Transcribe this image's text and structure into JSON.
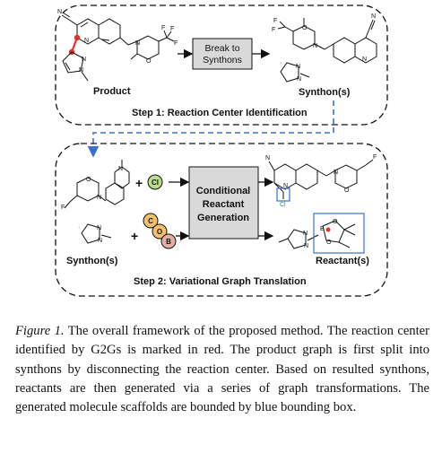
{
  "step1": {
    "box_label": "Break to Synthons",
    "left_label": "Product",
    "right_label": "Synthon(s)",
    "title": "Step 1: Reaction Center Identification"
  },
  "step2": {
    "box_lines": [
      "Conditional",
      "Reactant",
      "Generation"
    ],
    "left_label": "Synthon(s)",
    "right_label": "Reactant(s)",
    "title": "Step 2: Variational Graph Translation",
    "leaving_groups": [
      "Cl",
      "C",
      "O",
      "B"
    ]
  },
  "caption": {
    "label": "Figure 1.",
    "text": "The overall framework of the proposed method. The reaction center identified by G2Gs is marked in red. The product graph is first split into synthons by disconnecting the reaction center. Based on resulted synthons, reactants are then generated via a series of graph transformations. The generated molecule scaffolds are bounded by blue bounding box."
  },
  "colors": {
    "reaction_center": "#e0342a",
    "bounding_box": "#3a6fd0",
    "gray_box": "#d9d9d9",
    "lg_circle": "#f2c26a"
  }
}
